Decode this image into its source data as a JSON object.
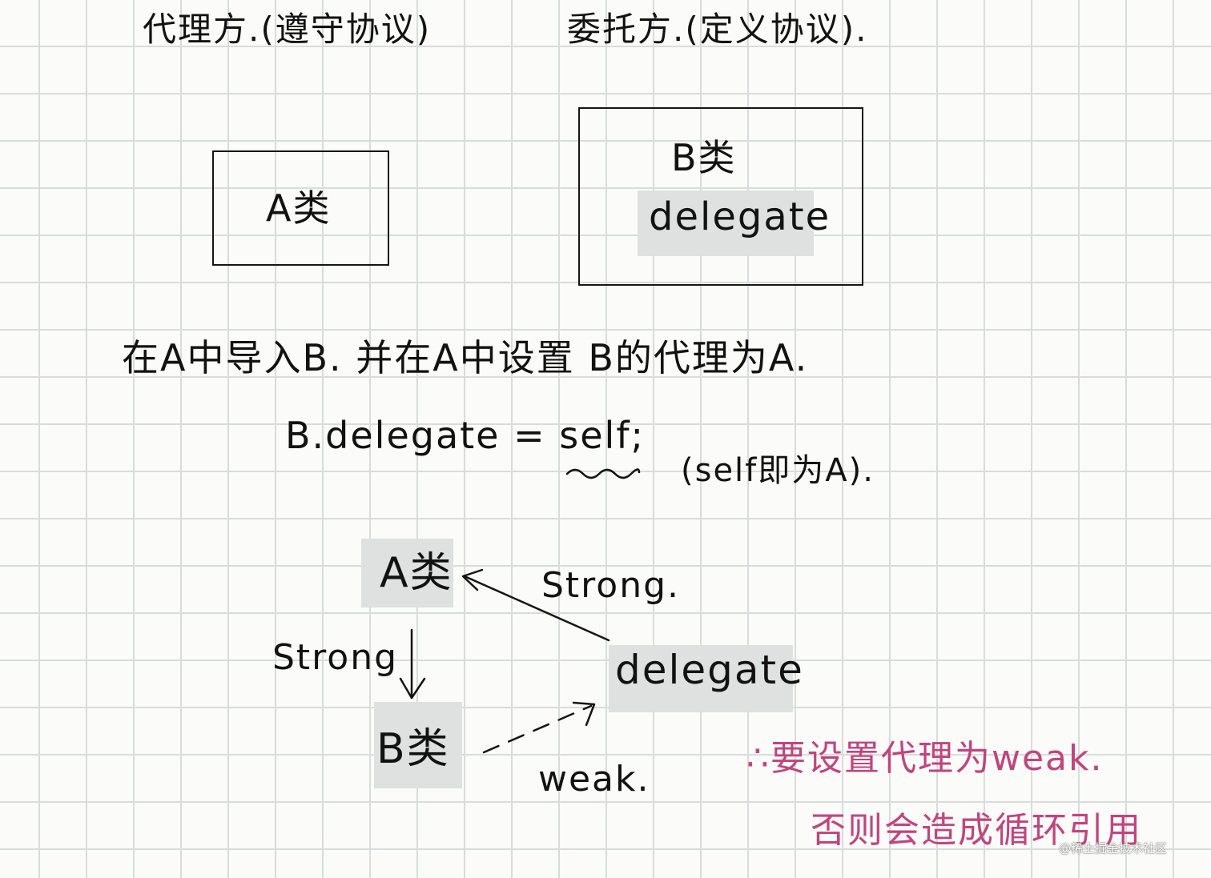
{
  "header": {
    "left": "代理方.(遵守协议)",
    "right": "委托方.(定义协议)."
  },
  "boxes": {
    "a_class": "A类",
    "b_class": "B类",
    "b_delegate": "delegate"
  },
  "note": {
    "instruction": "在A中导入B. 并在A中设置 B的代理为A.",
    "code": "B.delegate = self;",
    "self_note": "(self即为A)."
  },
  "cycle": {
    "a_class": "A类",
    "b_class": "B类",
    "delegate": "delegate",
    "strong_a_to_b": "Strong",
    "strong_delegate_to_a": "Strong.",
    "weak_b_to_delegate": "weak."
  },
  "conclusion": {
    "line1": "∴要设置代理为weak.",
    "line2": "否则会造成循环引用"
  },
  "watermark": "@稀土掘金技术社区",
  "colors": {
    "ink": "#121212",
    "pink_ink": "#c0457e",
    "highlight": "#dfe0e0",
    "grid": "#d9dcdc"
  }
}
